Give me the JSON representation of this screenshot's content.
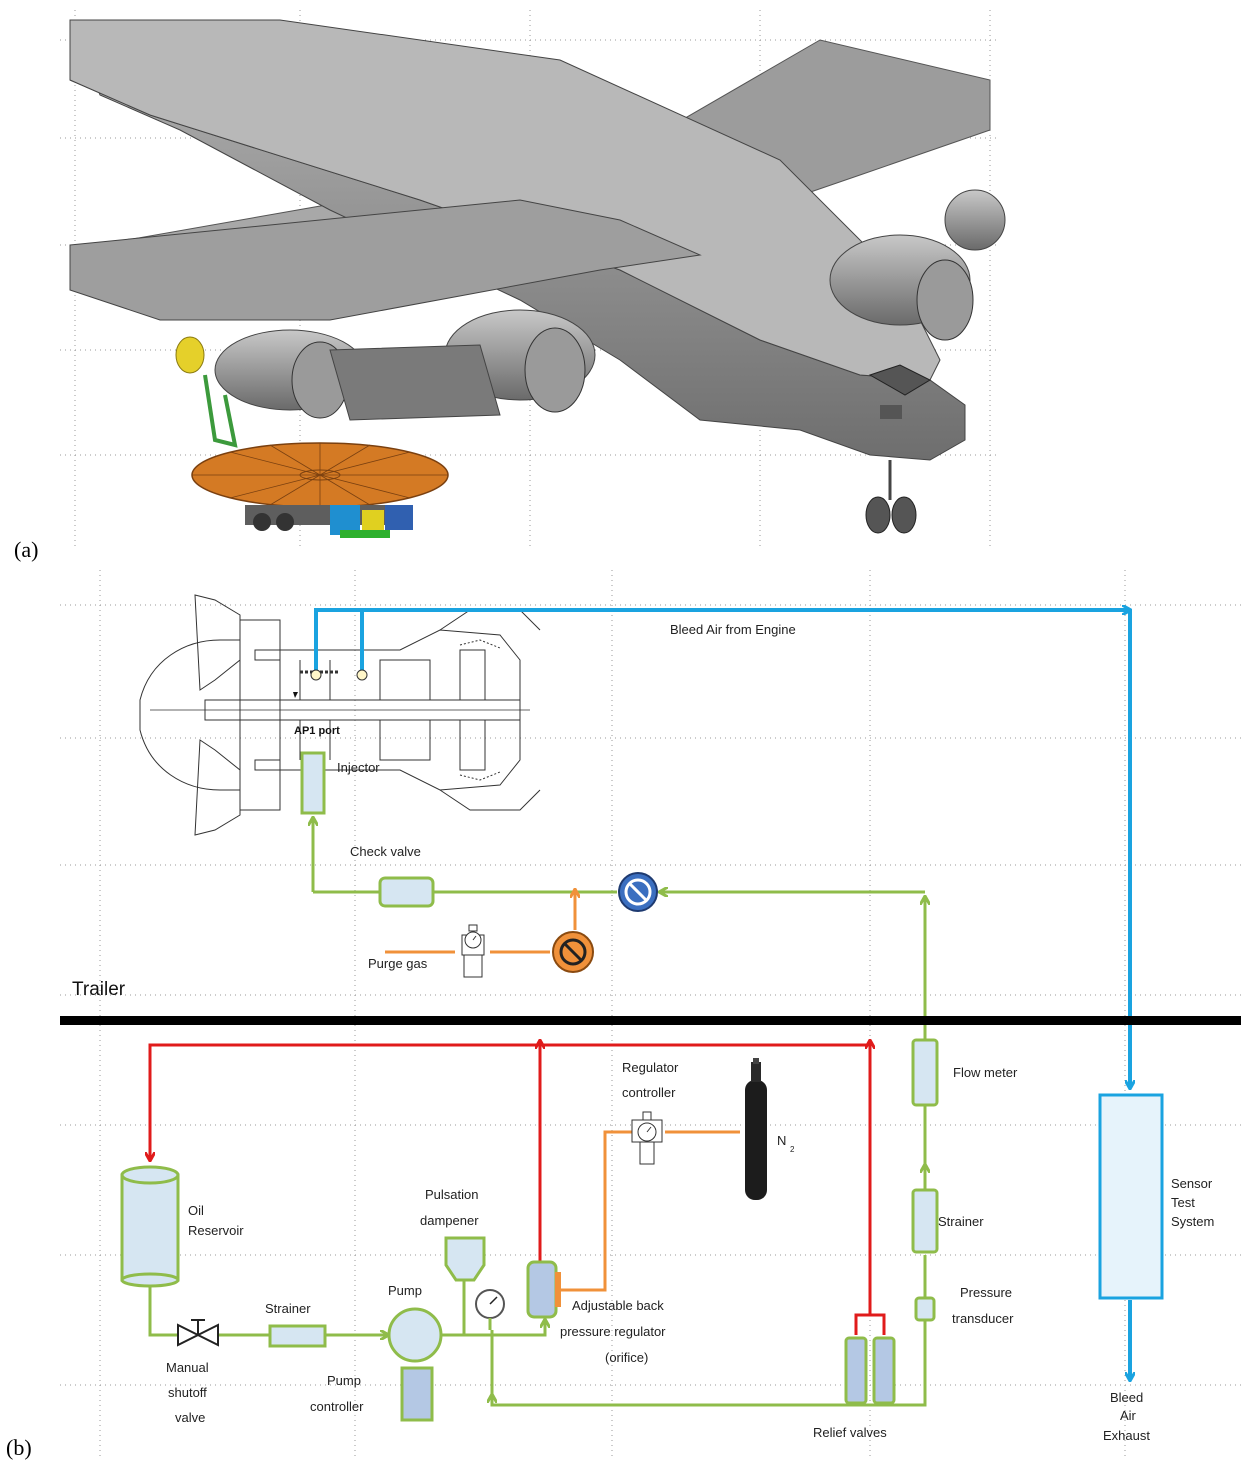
{
  "panel_labels": {
    "a": "(a)",
    "b": "(b)"
  },
  "section": {
    "trailer": "Trailer"
  },
  "labels": {
    "bleed_air_from_engine": "Bleed Air from Engine",
    "ap1_port": "AP1 port",
    "injector": "Injector",
    "check_valve": "Check valve",
    "purge_gas": "Purge gas",
    "regulator_controller_1": "Regulator",
    "regulator_controller_2": "controller",
    "n2": "N",
    "n2_sub": "2",
    "flow_meter": "Flow meter",
    "oil_reservoir_1": "Oil",
    "oil_reservoir_2": "Reservoir",
    "pulsation_1": "Pulsation",
    "pulsation_2": "dampener",
    "pump": "Pump",
    "strainer_left": "Strainer",
    "strainer_right": "Strainer",
    "pressure_transducer_1": "Pressure",
    "pressure_transducer_2": "transducer",
    "adjustable_1": "Adjustable back",
    "adjustable_2": "pressure regulator",
    "adjustable_3": "(orifice)",
    "manual_1": "Manual",
    "manual_2": "shutoff",
    "manual_3": "valve",
    "pump_controller_1": "Pump",
    "pump_controller_2": "controller",
    "relief_valves": "Relief valves",
    "sensor_1": "Sensor",
    "sensor_2": "Test",
    "sensor_3": "System",
    "bleed_exhaust_1": "Bleed",
    "bleed_exhaust_2": "Air",
    "bleed_exhaust_3": "Exhaust"
  },
  "colors": {
    "bleed_air": "#1aa3e0",
    "oil_return": "#e01b1b",
    "oil_supply": "#8fbc4a",
    "purge": "#f0913a",
    "component_fill": "#d6e6f2",
    "check_valve_blue": "#3b6fc0",
    "check_valve_orange": "#f0913a",
    "aircraft_gray": "#8c8c8c",
    "turntable_orange": "#d47a24"
  },
  "icons": [
    "aircraft-render",
    "turbofan-engine-cross-section",
    "pressure-gauge-icon",
    "nitrogen-cylinder-icon",
    "check-valve-icon",
    "shutoff-valve-icon"
  ]
}
